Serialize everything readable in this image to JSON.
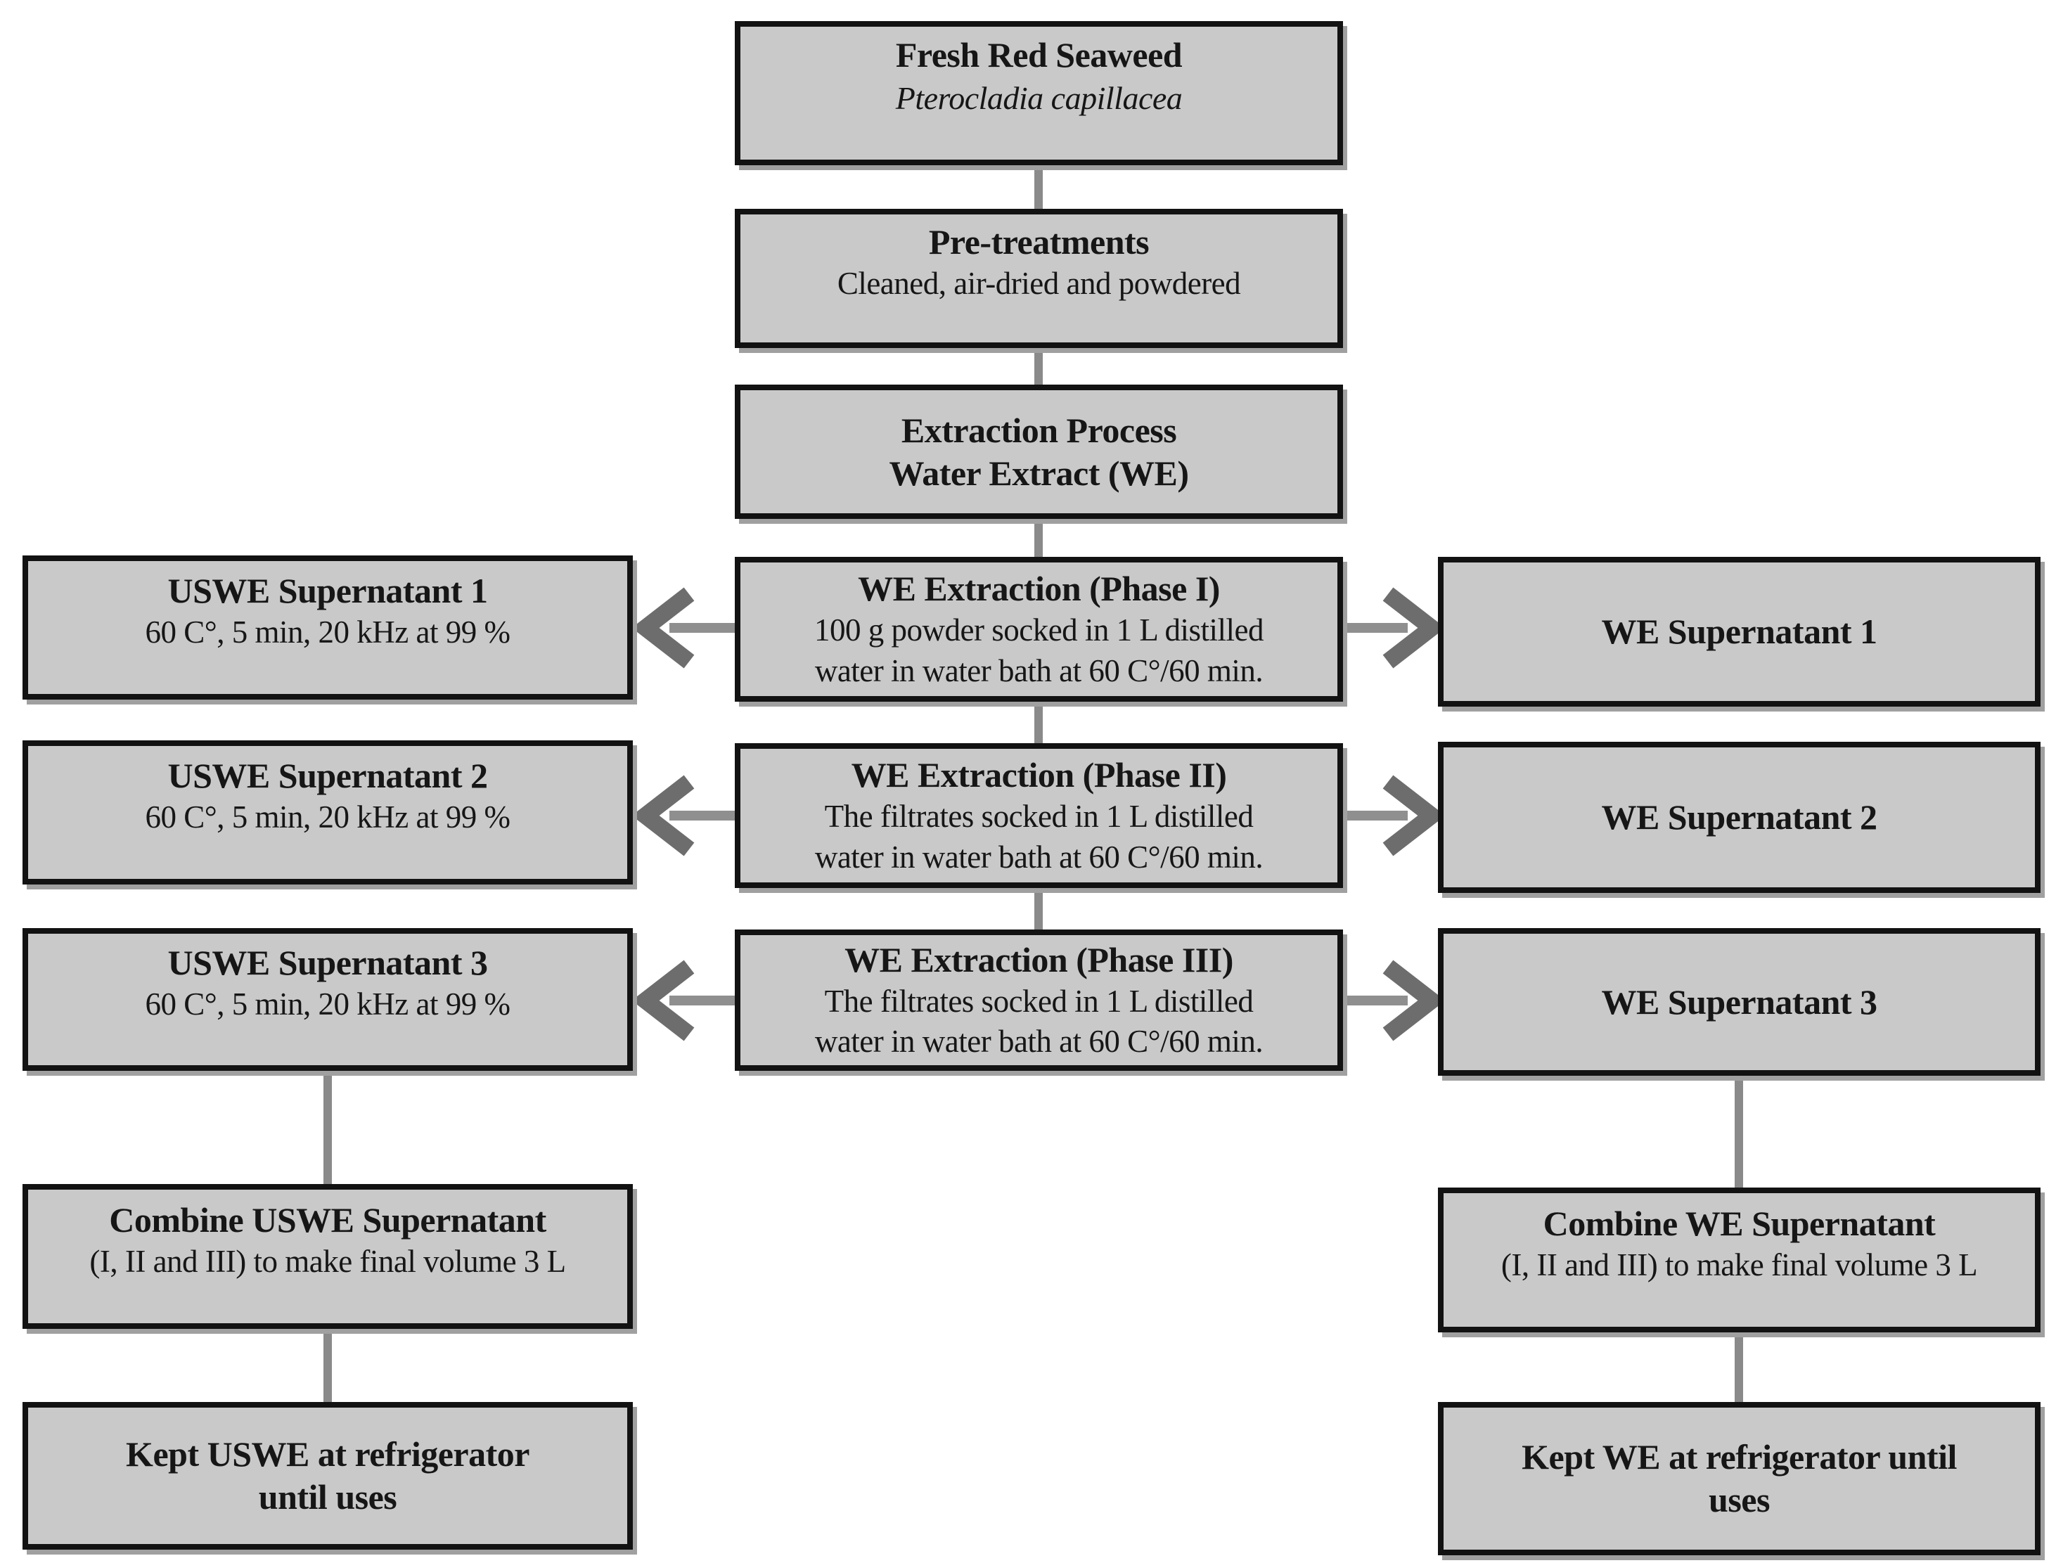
{
  "colors": {
    "background": "#ffffff",
    "box_fill": "#c9c9c9",
    "box_border": "#121212",
    "box_shadow": "#a0a0a0",
    "text": "#161616",
    "connector": "#8a8a8a",
    "arrow_shaft": "#8f8f8f",
    "arrow_head": "#6d6d6d"
  },
  "nodes": {
    "fresh": {
      "title": "Fresh Red Seaweed",
      "species": "Pterocladia capillacea"
    },
    "pretreat": {
      "title": "Pre-treatments",
      "desc": "Cleaned, air-dried and powdered"
    },
    "extraction": {
      "title_line1": "Extraction Process",
      "title_line2": "Water Extract (WE)"
    },
    "phase1": {
      "title": "WE Extraction (Phase I)",
      "desc_line1": "100 g powder socked in 1 L distilled",
      "desc_line2": "water in water bath at 60 C°/60 min."
    },
    "phase2": {
      "title": "WE Extraction (Phase II)",
      "desc_line1": "The filtrates socked in 1 L distilled",
      "desc_line2": "water in water bath at 60 C°/60 min."
    },
    "phase3": {
      "title": "WE Extraction (Phase III)",
      "desc_line1": "The filtrates socked in 1 L distilled",
      "desc_line2": "water in water bath at 60 C°/60 min."
    },
    "uswe1": {
      "title": "USWE Supernatant 1",
      "desc": "60 C°, 5 min, 20 kHz at 99 %"
    },
    "uswe2": {
      "title": "USWE Supernatant 2",
      "desc": "60 C°, 5 min, 20 kHz at 99 %"
    },
    "uswe3": {
      "title": "USWE Supernatant 3",
      "desc": "60 C°, 5 min, 20 kHz at 99 %"
    },
    "we1": {
      "title": "WE Supernatant 1"
    },
    "we2": {
      "title": "WE Supernatant 2"
    },
    "we3": {
      "title": "WE Supernatant 3"
    },
    "combine_uswe": {
      "title": "Combine USWE Supernatant",
      "desc": "(I, II and III) to make final volume 3 L"
    },
    "combine_we": {
      "title": "Combine WE Supernatant",
      "desc": "(I, II and III) to make final volume 3 L"
    },
    "kept_uswe": {
      "title_line1": "Kept USWE at refrigerator",
      "title_line2": "until uses"
    },
    "kept_we": {
      "title_line1": "Kept WE at refrigerator until",
      "title_line2": "uses"
    }
  },
  "edges": [
    {
      "from": "Fresh Red Seaweed",
      "to": "Pre-treatments",
      "style": "line"
    },
    {
      "from": "Pre-treatments",
      "to": "Extraction Process Water Extract (WE)",
      "style": "line"
    },
    {
      "from": "Extraction Process Water Extract (WE)",
      "to": "WE Extraction (Phase I)",
      "style": "line"
    },
    {
      "from": "WE Extraction (Phase I)",
      "to": "WE Extraction (Phase II)",
      "style": "line"
    },
    {
      "from": "WE Extraction (Phase II)",
      "to": "WE Extraction (Phase III)",
      "style": "line"
    },
    {
      "from": "WE Extraction (Phase I)",
      "to": "USWE Supernatant 1",
      "style": "arrow"
    },
    {
      "from": "WE Extraction (Phase I)",
      "to": "WE Supernatant 1",
      "style": "arrow"
    },
    {
      "from": "WE Extraction (Phase II)",
      "to": "USWE Supernatant 2",
      "style": "arrow"
    },
    {
      "from": "WE Extraction (Phase II)",
      "to": "WE Supernatant 2",
      "style": "arrow"
    },
    {
      "from": "WE Extraction (Phase III)",
      "to": "USWE Supernatant 3",
      "style": "arrow"
    },
    {
      "from": "WE Extraction (Phase III)",
      "to": "WE Supernatant 3",
      "style": "arrow"
    },
    {
      "from": "USWE Supernatant 3",
      "to": "Combine USWE Supernatant",
      "style": "line"
    },
    {
      "from": "Combine USWE Supernatant",
      "to": "Kept USWE at refrigerator until uses",
      "style": "line"
    },
    {
      "from": "WE Supernatant 3",
      "to": "Combine WE Supernatant",
      "style": "line"
    },
    {
      "from": "Combine WE Supernatant",
      "to": "Kept WE at refrigerator until uses",
      "style": "line"
    }
  ]
}
